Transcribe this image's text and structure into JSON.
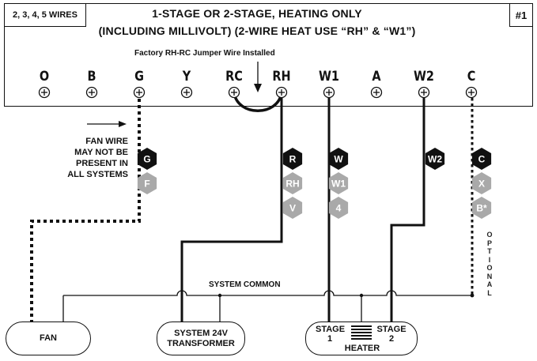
{
  "header": {
    "corner_left": "2, 3, 4, 5 WIRES",
    "corner_right": "#1",
    "title_line1": "1-STAGE OR 2-STAGE, HEATING ONLY",
    "title_line2": "(INCLUDING MILLIVOLT)  (2-WIRE HEAT USE “RH” & “W1”)",
    "jumper_note": "Factory RH-RC Jumper Wire Installed"
  },
  "terminals": [
    "O",
    "B",
    "G",
    "Y",
    "RC",
    "RH",
    "W1",
    "A",
    "W2",
    "C"
  ],
  "fan_note": [
    "FAN WIRE",
    "MAY NOT BE",
    "PRESENT IN",
    "ALL SYSTEMS"
  ],
  "wire_tags": {
    "g": [
      "G",
      "F"
    ],
    "r": [
      "R",
      "RH",
      "V"
    ],
    "w": [
      "W",
      "W1",
      "4"
    ],
    "w2": [
      "W2"
    ],
    "c": [
      "C",
      "X",
      "B*"
    ]
  },
  "optional_label": "OPTIONAL",
  "system_common": "SYSTEM COMMON",
  "devices": {
    "fan": "FAN",
    "transformer_line1": "SYSTEM 24V",
    "transformer_line2": "TRANSFORMER",
    "stage1_line1": "STAGE",
    "stage1_line2": "1",
    "stage2_line1": "STAGE",
    "stage2_line2": "2",
    "heater": "HEATER"
  },
  "colors": {
    "primary_tag": "#111111",
    "alternate_tag": "#a9a9a9",
    "wire": "#111111"
  }
}
